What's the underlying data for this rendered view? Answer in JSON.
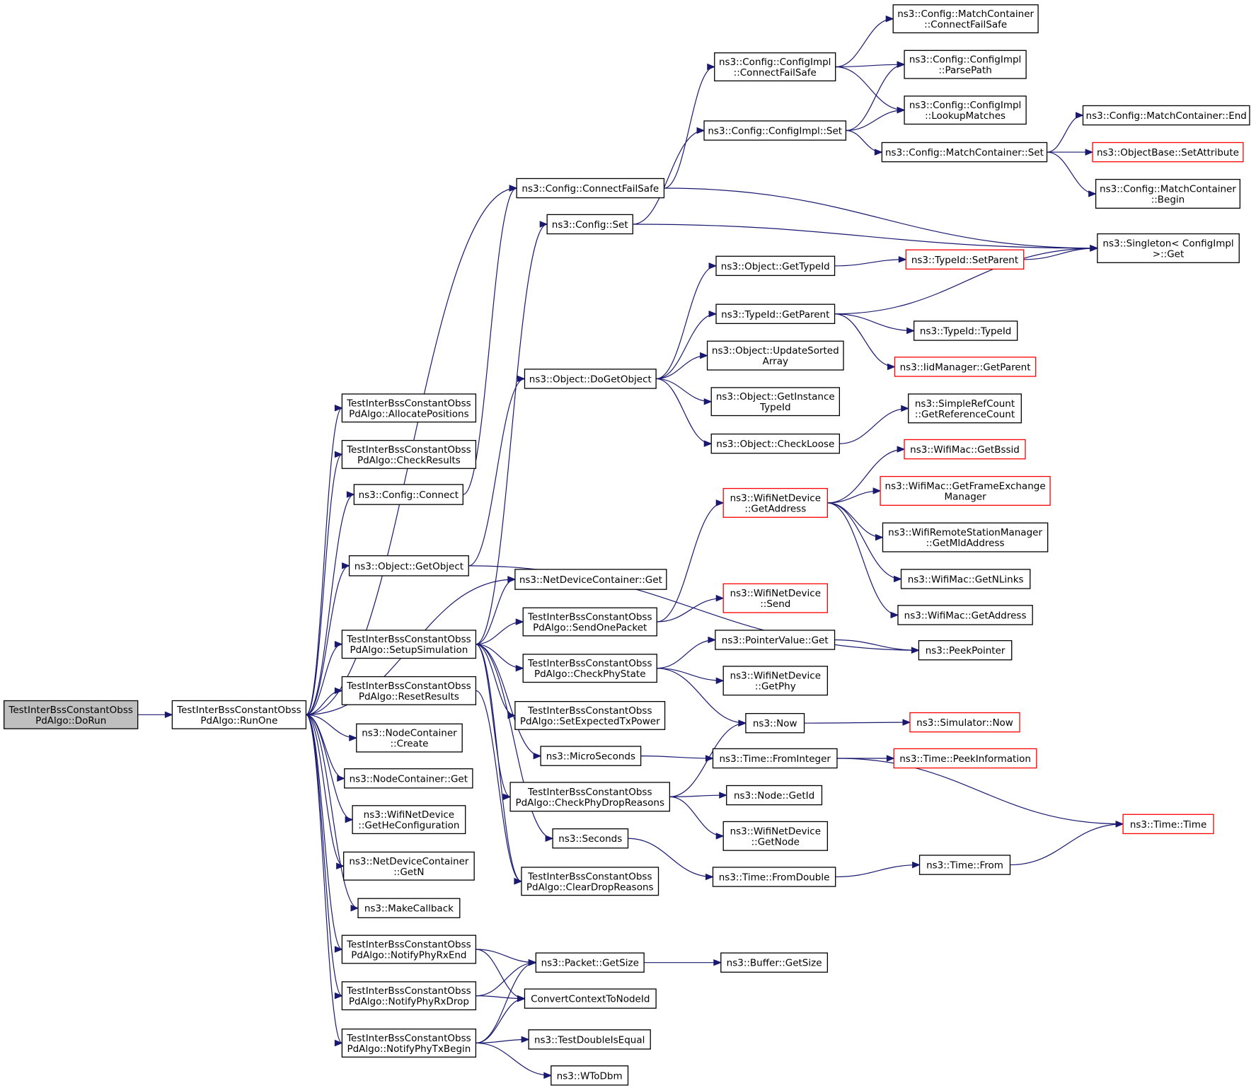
{
  "diagram": {
    "type": "call-graph",
    "colors": {
      "edge": "#191970",
      "node_border": "#000000",
      "truncated_border": "#ff0000",
      "root_fill": "#bfbfbf",
      "node_fill": "#ffffff"
    },
    "nodes": [
      {
        "id": "dorun",
        "lines": [
          "TestInterBssConstantObss",
          "PdAlgo::DoRun"
        ],
        "style": "root"
      },
      {
        "id": "runone",
        "lines": [
          "TestInterBssConstantObss",
          "PdAlgo::RunOne"
        ]
      },
      {
        "id": "allocpos",
        "lines": [
          "TestInterBssConstantObss",
          "PdAlgo::AllocatePositions"
        ]
      },
      {
        "id": "checkres",
        "lines": [
          "TestInterBssConstantObss",
          "PdAlgo::CheckResults"
        ]
      },
      {
        "id": "cfgconnect",
        "lines": [
          "ns3::Config::Connect"
        ]
      },
      {
        "id": "getobject",
        "lines": [
          "ns3::Object::GetObject"
        ]
      },
      {
        "id": "setupsim",
        "lines": [
          "TestInterBssConstantObss",
          "PdAlgo::SetupSimulation"
        ]
      },
      {
        "id": "resetres",
        "lines": [
          "TestInterBssConstantObss",
          "PdAlgo::ResetResults"
        ]
      },
      {
        "id": "nccreate",
        "lines": [
          "ns3::NodeContainer",
          "::Create"
        ]
      },
      {
        "id": "ncget",
        "lines": [
          "ns3::NodeContainer::Get"
        ]
      },
      {
        "id": "gethecfg",
        "lines": [
          "ns3::WifiNetDevice",
          "::GetHeConfiguration"
        ]
      },
      {
        "id": "ndcgetn",
        "lines": [
          "ns3::NetDeviceContainer",
          "::GetN"
        ]
      },
      {
        "id": "makecb",
        "lines": [
          "ns3::MakeCallback"
        ]
      },
      {
        "id": "notifyrxend",
        "lines": [
          "TestInterBssConstantObss",
          "PdAlgo::NotifyPhyRxEnd"
        ]
      },
      {
        "id": "notifyrxdrop",
        "lines": [
          "TestInterBssConstantObss",
          "PdAlgo::NotifyPhyRxDrop"
        ]
      },
      {
        "id": "notifytxbegin",
        "lines": [
          "TestInterBssConstantObss",
          "PdAlgo::NotifyPhyTxBegin"
        ]
      },
      {
        "id": "cfgconnectfs",
        "lines": [
          "ns3::Config::ConnectFailSafe"
        ]
      },
      {
        "id": "cfgset",
        "lines": [
          "ns3::Config::Set"
        ]
      },
      {
        "id": "dogetobject",
        "lines": [
          "ns3::Object::DoGetObject"
        ]
      },
      {
        "id": "ndcget",
        "lines": [
          "ns3::NetDeviceContainer::Get"
        ]
      },
      {
        "id": "sendone",
        "lines": [
          "TestInterBssConstantObss",
          "PdAlgo::SendOnePacket"
        ]
      },
      {
        "id": "checkphy",
        "lines": [
          "TestInterBssConstantObss",
          "PdAlgo::CheckPhyState"
        ]
      },
      {
        "id": "setexptx",
        "lines": [
          "TestInterBssConstantObss",
          "PdAlgo::SetExpectedTxPower"
        ]
      },
      {
        "id": "microsec",
        "lines": [
          "ns3::MicroSeconds"
        ]
      },
      {
        "id": "checkdrop",
        "lines": [
          "TestInterBssConstantObss",
          "PdAlgo::CheckPhyDropReasons"
        ]
      },
      {
        "id": "seconds",
        "lines": [
          "ns3::Seconds"
        ]
      },
      {
        "id": "cleardrop",
        "lines": [
          "TestInterBssConstantObss",
          "PdAlgo::ClearDropReasons"
        ]
      },
      {
        "id": "pktgetsize",
        "lines": [
          "ns3::Packet::GetSize"
        ]
      },
      {
        "id": "convctx",
        "lines": [
          "ConvertContextToNodeId"
        ]
      },
      {
        "id": "testdbl",
        "lines": [
          "ns3::TestDoubleIsEqual"
        ]
      },
      {
        "id": "wtodbm",
        "lines": [
          "ns3::WToDbm"
        ]
      },
      {
        "id": "implconnfs",
        "lines": [
          "ns3::Config::ConfigImpl",
          "::ConnectFailSafe"
        ]
      },
      {
        "id": "implset",
        "lines": [
          "ns3::Config::ConfigImpl::Set"
        ]
      },
      {
        "id": "objgettid",
        "lines": [
          "ns3::Object::GetTypeId"
        ]
      },
      {
        "id": "tidgetparent",
        "lines": [
          "ns3::TypeId::GetParent"
        ]
      },
      {
        "id": "objupdsorted",
        "lines": [
          "ns3::Object::UpdateSorted",
          "Array"
        ]
      },
      {
        "id": "objgetinst",
        "lines": [
          "ns3::Object::GetInstance",
          "TypeId"
        ]
      },
      {
        "id": "objcheckloose",
        "lines": [
          "ns3::Object::CheckLoose"
        ]
      },
      {
        "id": "wndgetaddr",
        "lines": [
          "ns3::WifiNetDevice",
          "::GetAddress"
        ],
        "style": "truncated"
      },
      {
        "id": "wndsend",
        "lines": [
          "ns3::WifiNetDevice",
          "::Send"
        ],
        "style": "truncated"
      },
      {
        "id": "ptrvalget",
        "lines": [
          "ns3::PointerValue::Get"
        ]
      },
      {
        "id": "wndgetphy",
        "lines": [
          "ns3::WifiNetDevice",
          "::GetPhy"
        ]
      },
      {
        "id": "now",
        "lines": [
          "ns3::Now"
        ]
      },
      {
        "id": "timefromint",
        "lines": [
          "ns3::Time::FromInteger"
        ]
      },
      {
        "id": "nodegetid",
        "lines": [
          "ns3::Node::GetId"
        ]
      },
      {
        "id": "wndgetnode",
        "lines": [
          "ns3::WifiNetDevice",
          "::GetNode"
        ]
      },
      {
        "id": "timefromdbl",
        "lines": [
          "ns3::Time::FromDouble"
        ]
      },
      {
        "id": "bufgetsize",
        "lines": [
          "ns3::Buffer::GetSize"
        ]
      },
      {
        "id": "mcconnfs",
        "lines": [
          "ns3::Config::MatchContainer",
          "::ConnectFailSafe"
        ]
      },
      {
        "id": "implparse",
        "lines": [
          "ns3::Config::ConfigImpl",
          "::ParsePath"
        ]
      },
      {
        "id": "impllookup",
        "lines": [
          "ns3::Config::ConfigImpl",
          "::LookupMatches"
        ]
      },
      {
        "id": "mcset",
        "lines": [
          "ns3::Config::MatchContainer::Set"
        ]
      },
      {
        "id": "singleton",
        "lines": [
          "ns3::Singleton< ConfigImpl",
          " >::Get"
        ]
      },
      {
        "id": "tidsetparent",
        "lines": [
          "ns3::TypeId::SetParent"
        ],
        "style": "truncated"
      },
      {
        "id": "tidtypeid",
        "lines": [
          "ns3::TypeId::TypeId"
        ]
      },
      {
        "id": "iidgetparent",
        "lines": [
          "ns3::IidManager::GetParent"
        ],
        "style": "truncated"
      },
      {
        "id": "srcgetref",
        "lines": [
          "ns3::SimpleRefCount",
          "::GetReferenceCount"
        ]
      },
      {
        "id": "macgetbssid",
        "lines": [
          "ns3::WifiMac::GetBssid"
        ],
        "style": "truncated"
      },
      {
        "id": "macgetfem",
        "lines": [
          "ns3::WifiMac::GetFrameExchange",
          "Manager"
        ],
        "style": "truncated"
      },
      {
        "id": "rsmgetmld",
        "lines": [
          "ns3::WifiRemoteStationManager",
          "::GetMldAddress"
        ]
      },
      {
        "id": "macgetnlinks",
        "lines": [
          "ns3::WifiMac::GetNLinks"
        ]
      },
      {
        "id": "macgetaddr",
        "lines": [
          "ns3::WifiMac::GetAddress"
        ]
      },
      {
        "id": "peekptr",
        "lines": [
          "ns3::PeekPointer"
        ]
      },
      {
        "id": "simnow",
        "lines": [
          "ns3::Simulator::Now"
        ],
        "style": "truncated"
      },
      {
        "id": "timepeekinfo",
        "lines": [
          "ns3::Time::PeekInformation"
        ],
        "style": "truncated"
      },
      {
        "id": "timetime",
        "lines": [
          "ns3::Time::Time"
        ],
        "style": "truncated"
      },
      {
        "id": "timefrom",
        "lines": [
          "ns3::Time::From"
        ]
      },
      {
        "id": "mcend",
        "lines": [
          "ns3::Config::MatchContainer::End"
        ]
      },
      {
        "id": "obsetattr",
        "lines": [
          "ns3::ObjectBase::SetAttribute"
        ],
        "style": "truncated"
      },
      {
        "id": "mcbegin",
        "lines": [
          "ns3::Config::MatchContainer",
          "::Begin"
        ]
      }
    ],
    "edges": [
      [
        "dorun",
        "runone"
      ],
      [
        "runone",
        "allocpos"
      ],
      [
        "runone",
        "checkres"
      ],
      [
        "runone",
        "cfgconnect"
      ],
      [
        "runone",
        "cfgconnectfs"
      ],
      [
        "runone",
        "getobject"
      ],
      [
        "runone",
        "ndcget"
      ],
      [
        "runone",
        "setupsim"
      ],
      [
        "runone",
        "resetres"
      ],
      [
        "runone",
        "nccreate"
      ],
      [
        "runone",
        "ncget"
      ],
      [
        "runone",
        "gethecfg"
      ],
      [
        "runone",
        "ndcgetn"
      ],
      [
        "runone",
        "makecb"
      ],
      [
        "runone",
        "notifyrxend"
      ],
      [
        "runone",
        "notifyrxdrop"
      ],
      [
        "runone",
        "notifytxbegin"
      ],
      [
        "cfgconnect",
        "cfgconnectfs"
      ],
      [
        "getobject",
        "dogetobject"
      ],
      [
        "getobject",
        "peekptr"
      ],
      [
        "setupsim",
        "cfgset"
      ],
      [
        "setupsim",
        "ndcget"
      ],
      [
        "setupsim",
        "sendone"
      ],
      [
        "setupsim",
        "checkphy"
      ],
      [
        "setupsim",
        "setexptx"
      ],
      [
        "setupsim",
        "microsec"
      ],
      [
        "setupsim",
        "checkdrop"
      ],
      [
        "setupsim",
        "seconds"
      ],
      [
        "setupsim",
        "cleardrop"
      ],
      [
        "resetres",
        "cleardrop"
      ],
      [
        "notifyrxend",
        "pktgetsize"
      ],
      [
        "notifyrxend",
        "convctx"
      ],
      [
        "notifyrxdrop",
        "pktgetsize"
      ],
      [
        "notifyrxdrop",
        "convctx"
      ],
      [
        "notifytxbegin",
        "pktgetsize"
      ],
      [
        "notifytxbegin",
        "convctx"
      ],
      [
        "notifytxbegin",
        "testdbl"
      ],
      [
        "notifytxbegin",
        "wtodbm"
      ],
      [
        "cfgconnectfs",
        "implconnfs"
      ],
      [
        "cfgconnectfs",
        "singleton"
      ],
      [
        "cfgset",
        "implset"
      ],
      [
        "cfgset",
        "singleton"
      ],
      [
        "dogetobject",
        "objgettid"
      ],
      [
        "dogetobject",
        "tidgetparent"
      ],
      [
        "dogetobject",
        "objupdsorted"
      ],
      [
        "dogetobject",
        "objgetinst"
      ],
      [
        "dogetobject",
        "objcheckloose"
      ],
      [
        "sendone",
        "wndgetaddr"
      ],
      [
        "sendone",
        "wndsend"
      ],
      [
        "checkphy",
        "ptrvalget"
      ],
      [
        "checkphy",
        "wndgetphy"
      ],
      [
        "checkphy",
        "now"
      ],
      [
        "microsec",
        "timefromint"
      ],
      [
        "checkdrop",
        "now"
      ],
      [
        "checkdrop",
        "nodegetid"
      ],
      [
        "checkdrop",
        "wndgetnode"
      ],
      [
        "seconds",
        "timefromdbl"
      ],
      [
        "pktgetsize",
        "bufgetsize"
      ],
      [
        "implconnfs",
        "mcconnfs"
      ],
      [
        "implconnfs",
        "implparse"
      ],
      [
        "implconnfs",
        "impllookup"
      ],
      [
        "implset",
        "implparse"
      ],
      [
        "implset",
        "impllookup"
      ],
      [
        "implset",
        "mcset"
      ],
      [
        "objgettid",
        "tidsetparent"
      ],
      [
        "tidsetparent",
        "singleton"
      ],
      [
        "tidgetparent",
        "singleton"
      ],
      [
        "tidgetparent",
        "tidtypeid"
      ],
      [
        "tidgetparent",
        "iidgetparent"
      ],
      [
        "objcheckloose",
        "srcgetref"
      ],
      [
        "wndgetaddr",
        "macgetbssid"
      ],
      [
        "wndgetaddr",
        "macgetfem"
      ],
      [
        "wndgetaddr",
        "rsmgetmld"
      ],
      [
        "wndgetaddr",
        "macgetnlinks"
      ],
      [
        "wndgetaddr",
        "macgetaddr"
      ],
      [
        "ptrvalget",
        "peekptr"
      ],
      [
        "now",
        "simnow"
      ],
      [
        "timefromint",
        "timepeekinfo"
      ],
      [
        "timefromint",
        "timetime"
      ],
      [
        "timefromdbl",
        "timefrom"
      ],
      [
        "timefrom",
        "timetime"
      ],
      [
        "mcset",
        "mcend"
      ],
      [
        "mcset",
        "obsetattr"
      ],
      [
        "mcset",
        "mcbegin"
      ]
    ]
  }
}
